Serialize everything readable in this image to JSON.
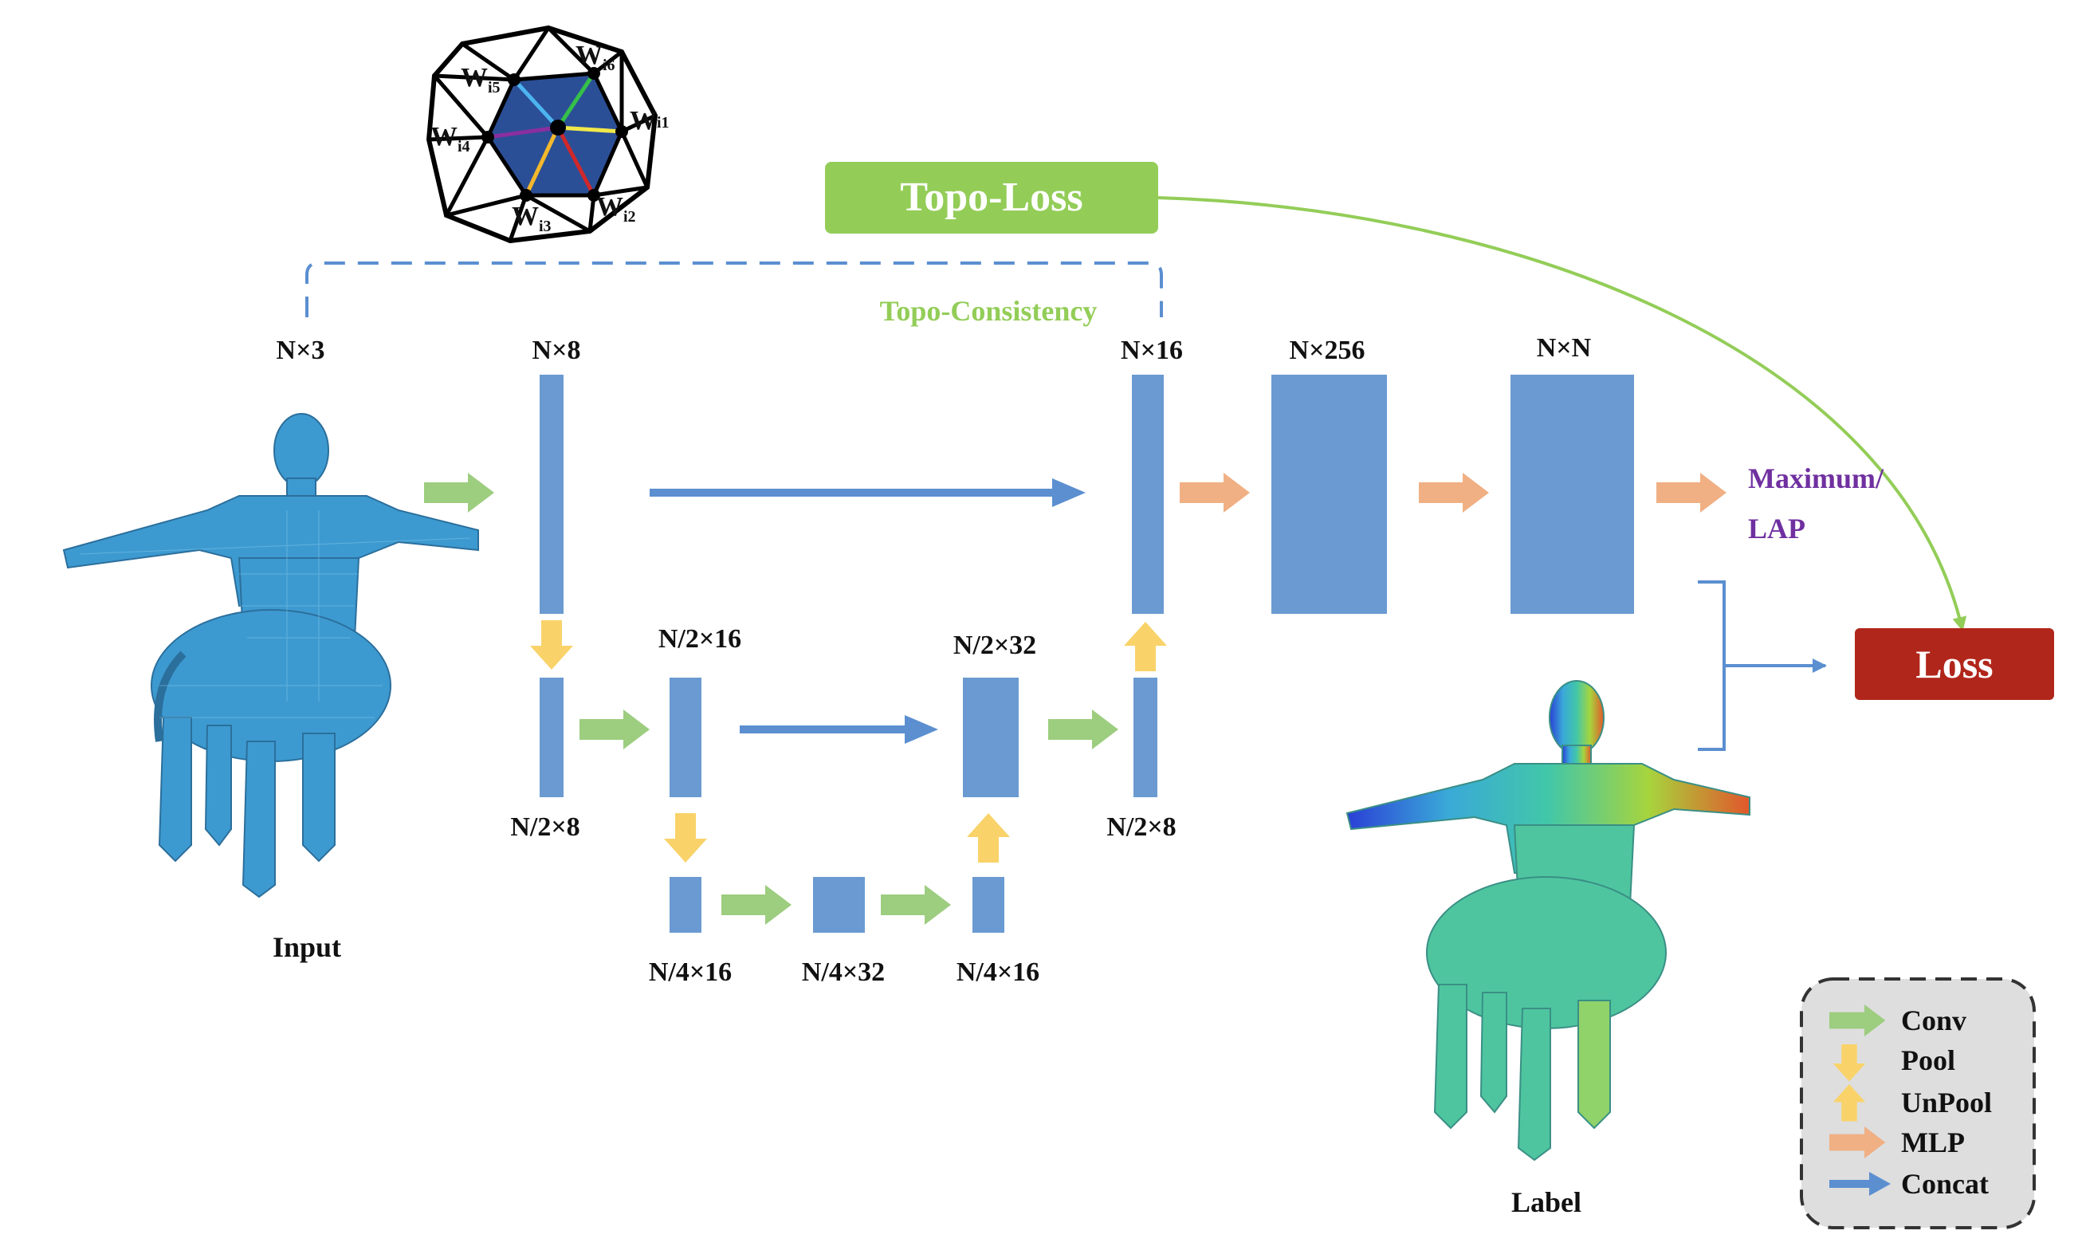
{
  "diagram": {
    "input_label": "Input",
    "label_label": "Label",
    "topo_loss_label": "Topo-Loss",
    "topo_consistency_label": "Topo-Consistency",
    "loss_label": "Loss",
    "maximum_label": "Maximum/",
    "lap_label": "LAP",
    "dims": {
      "nx3": "N×3",
      "nx8": "N×8",
      "nx16": "N×16",
      "nx256": "N×256",
      "nxn": "N×N",
      "n2x16": "N/2×16",
      "n2x32": "N/2×32",
      "n2x8_left": "N/2×8",
      "n2x8_right": "N/2×8",
      "n4x16_left": "N/4×16",
      "n4x32": "N/4×32",
      "n4x16_right": "N/4×16"
    },
    "mesh_weights": {
      "w1": "W",
      "s1": "i1",
      "w2": "W",
      "s2": "i2",
      "w3": "W",
      "s3": "i3",
      "w4": "W",
      "s4": "i4",
      "w5": "W",
      "s5": "i5",
      "w6": "W",
      "s6": "i6"
    }
  },
  "legend": {
    "items": [
      {
        "label": "Conv",
        "icon": "green-right-arrow"
      },
      {
        "label": "Pool",
        "icon": "yellow-down-arrow"
      },
      {
        "label": "UnPool",
        "icon": "yellow-up-arrow"
      },
      {
        "label": "MLP",
        "icon": "orange-right-arrow"
      },
      {
        "label": "Concat",
        "icon": "blue-right-arrow"
      }
    ]
  },
  "colors": {
    "block_blue": "#6a9ad1",
    "conv_green": "#9dcd7f",
    "pool_yellow": "#f9d36a",
    "mlp_orange": "#f0b084",
    "concat_blue": "#5b8fd0",
    "topo_loss_green": "#93cd58",
    "loss_red": "#b1261b",
    "maximum_purple": "#7030a0",
    "topo_consistency_green": "#93cd58"
  }
}
